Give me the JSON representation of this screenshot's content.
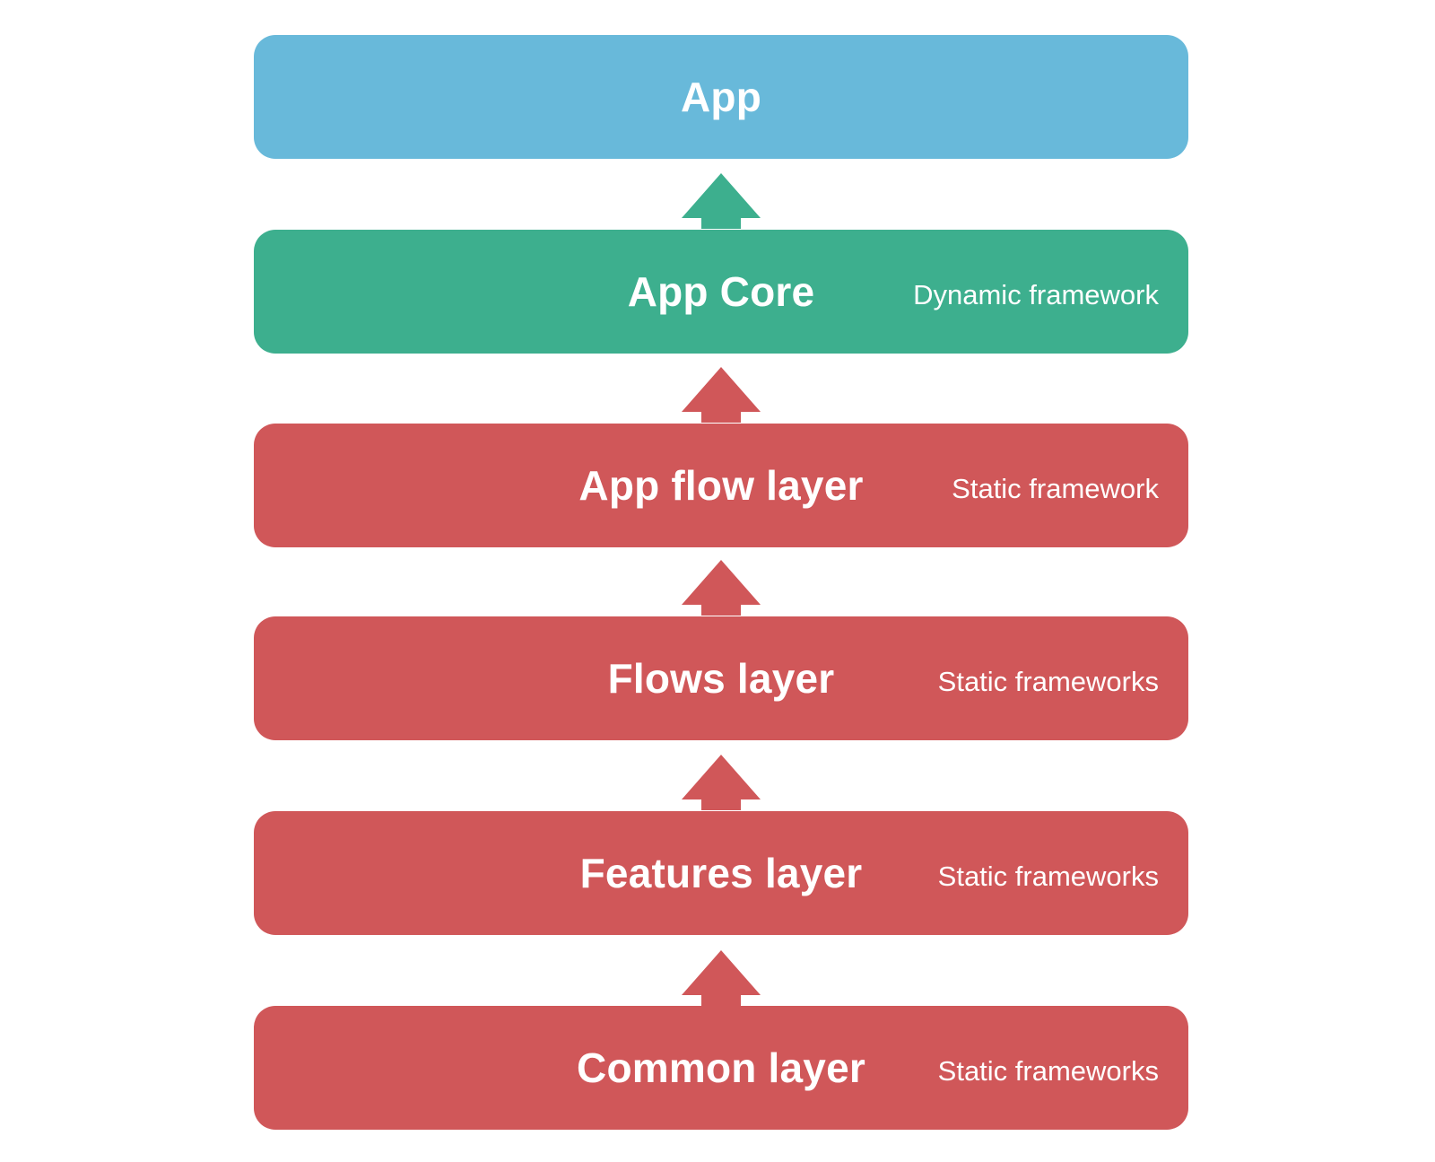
{
  "colors": {
    "app": "#68B9DA",
    "core": "#3DAF8E",
    "static": "#D05759"
  },
  "layers": [
    {
      "title": "App",
      "subtitle": "",
      "color_key": "app"
    },
    {
      "title": "App Core",
      "subtitle": "Dynamic framework",
      "color_key": "core"
    },
    {
      "title": "App flow layer",
      "subtitle": "Static framework",
      "color_key": "static"
    },
    {
      "title": "Flows layer",
      "subtitle": "Static frameworks",
      "color_key": "static"
    },
    {
      "title": "Features layer",
      "subtitle": "Static frameworks",
      "color_key": "static"
    },
    {
      "title": "Common layer",
      "subtitle": "Static frameworks",
      "color_key": "static"
    }
  ],
  "arrows": [
    {
      "icon": "arrow-up-icon",
      "color_key": "core"
    },
    {
      "icon": "arrow-up-icon",
      "color_key": "static"
    },
    {
      "icon": "arrow-up-icon",
      "color_key": "static"
    },
    {
      "icon": "arrow-up-icon",
      "color_key": "static"
    },
    {
      "icon": "arrow-up-icon",
      "color_key": "static"
    }
  ]
}
